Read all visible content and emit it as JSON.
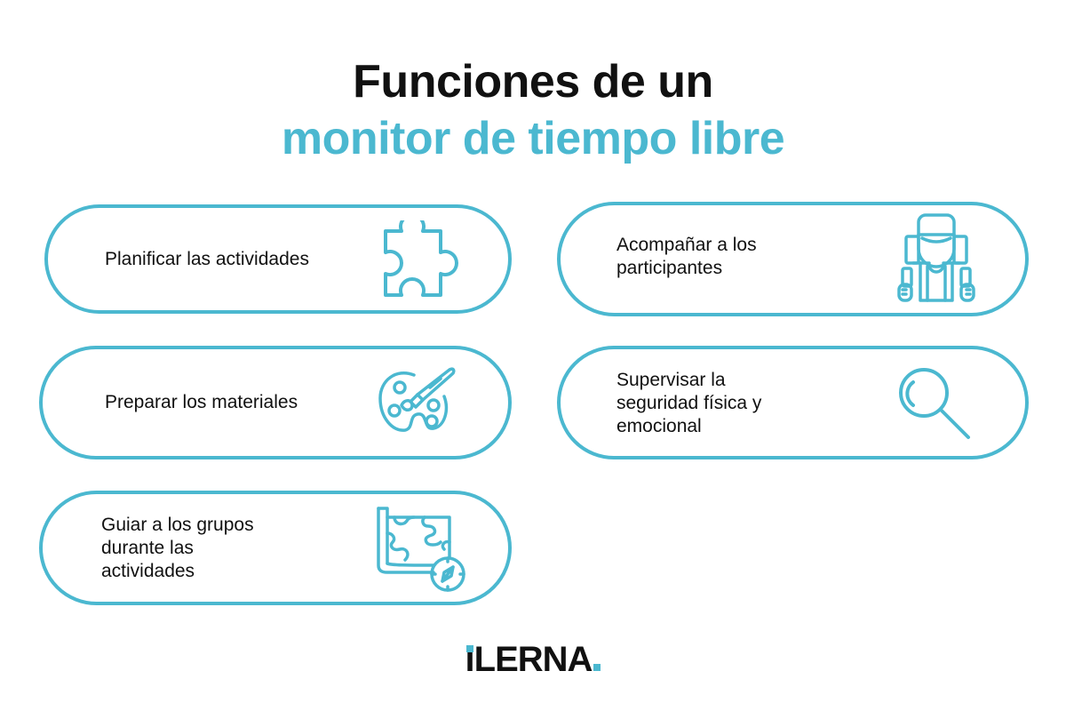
{
  "title": {
    "line1": "Funciones de un",
    "line2": "monitor de tiempo libre"
  },
  "colors": {
    "accent": "#4bb8d0",
    "text": "#111111",
    "background": "#ffffff"
  },
  "functions": [
    {
      "label": "Planificar las actividades",
      "icon": "puzzle-icon"
    },
    {
      "label": "Acompañar a los participantes",
      "lines": [
        "Acompañar a los",
        "participantes"
      ],
      "icon": "hiker-backpack-icon"
    },
    {
      "label": "Preparar los materiales",
      "icon": "paint-palette-icon"
    },
    {
      "label": "Supervisar la seguridad física y emocional",
      "lines": [
        "Supervisar la",
        "seguridad física y",
        "emocional"
      ],
      "icon": "magnifier-icon"
    },
    {
      "label": "Guiar a los grupos durante las actividades",
      "lines": [
        "Guiar a los grupos",
        "durante las",
        "actividades"
      ],
      "icon": "map-compass-icon"
    }
  ],
  "logo": {
    "i": "i",
    "rest": "LERNA"
  }
}
